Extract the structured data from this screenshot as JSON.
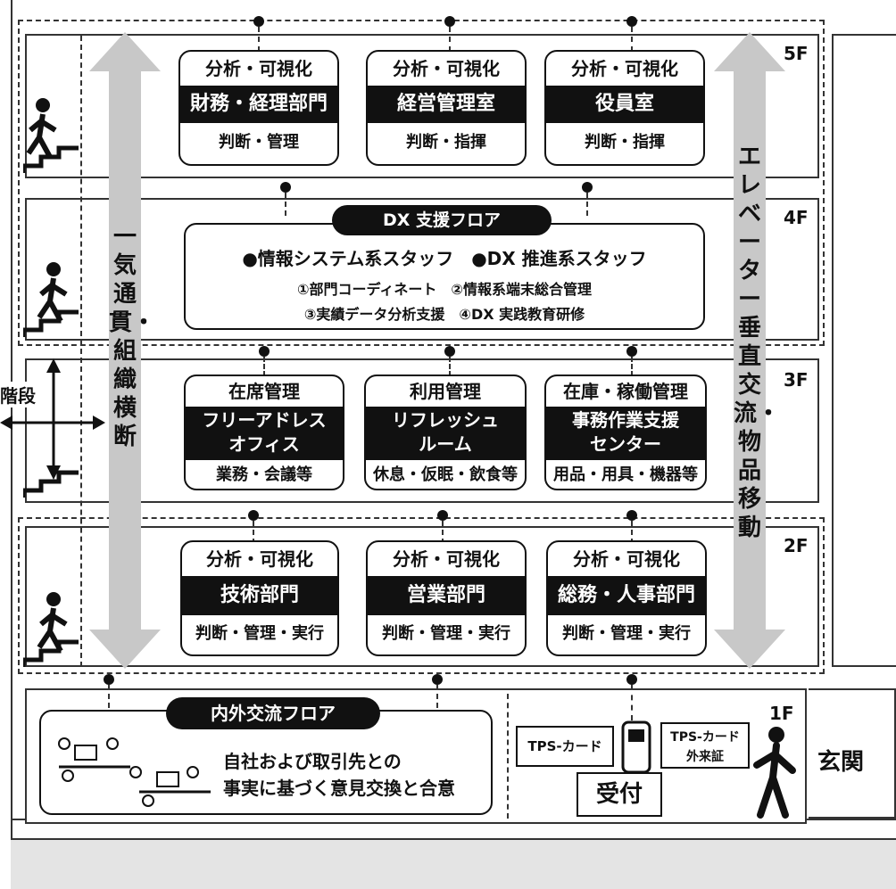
{
  "floors": {
    "f5": "5F",
    "f4": "4F",
    "f3": "3F",
    "f2": "2F",
    "f1": "1F"
  },
  "left_arrow_text": "一気通貫・組織横断",
  "right_arrow_text": "エレベーター 垂直交流・物品移動",
  "stairs_label": "階段",
  "entrance_label": "玄関",
  "f5_cards": [
    {
      "top": "分析・可視化",
      "band": "財務・経理部門",
      "bottom": "判断・管理"
    },
    {
      "top": "分析・可視化",
      "band": "経営管理室",
      "bottom": "判断・指揮"
    },
    {
      "top": "分析・可視化",
      "band": "役員室",
      "bottom": "判断・指揮"
    }
  ],
  "f4": {
    "title": "DX 支援フロア",
    "line1": "●情報システム系スタッフ　●DX 推進系スタッフ",
    "line2": "①部門コーディネート　②情報系端末総合管理",
    "line3": "③実績データ分析支援　④DX 実践教育研修"
  },
  "f3_cards": [
    {
      "top": "在席管理",
      "band": "フリーアドレス\nオフィス",
      "bottom": "業務・会議等"
    },
    {
      "top": "利用管理",
      "band": "リフレッシュ\nルーム",
      "bottom": "休息・仮眠・飲食等"
    },
    {
      "top": "在庫・稼働管理",
      "band": "事務作業支援\nセンター",
      "bottom": "用品・用具・機器等"
    }
  ],
  "f2_cards": [
    {
      "top": "分析・可視化",
      "band": "技術部門",
      "bottom": "判断・管理・実行"
    },
    {
      "top": "分析・可視化",
      "band": "営業部門",
      "bottom": "判断・管理・実行"
    },
    {
      "top": "分析・可視化",
      "band": "総務・人事部門",
      "bottom": "判断・管理・実行"
    }
  ],
  "f1": {
    "title": "内外交流フロア",
    "line1": "自社および取引先との",
    "line2": "事実に基づく意見交換と合意",
    "tps_card": "TPS-カード",
    "tps_card_guest": "TPS-カード\n外来証",
    "reception": "受付"
  }
}
